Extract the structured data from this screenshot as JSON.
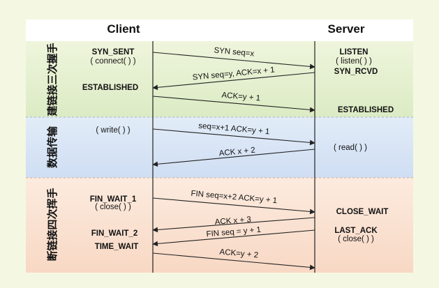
{
  "headers": {
    "client": "Client",
    "server": "Server"
  },
  "phases": {
    "handshake": "建链接三次握手",
    "transfer": "数据传输",
    "teardown": "断链接四次挥手"
  },
  "client_labels": {
    "syn_sent": "SYN_SENT",
    "connect": "( connect( ) )",
    "established": "ESTABLISHED",
    "write": "( write( ) )",
    "fin_wait_1": "FIN_WAIT_1",
    "close": "( close( ) )",
    "fin_wait_2": "FIN_WAIT_2",
    "time_wait": "TIME_WAIT"
  },
  "server_labels": {
    "listen": "LISTEN",
    "listen_call": "( listen( ) )",
    "syn_rcvd": "SYN_RCVD",
    "established": "ESTABLISHED",
    "read": "( read( ) )",
    "close_wait": "CLOSE_WAIT",
    "last_ack": "LAST_ACK",
    "close": "( close( ) )"
  },
  "messages": {
    "m1": "SYN seq=x",
    "m2": "SYN seq=y, ACK=x + 1",
    "m3": "ACK=y + 1",
    "m4": "seq=x+1 ACK=y + 1",
    "m5": "ACK x + 2",
    "m6": "FIN seq=x+2 ACK=y + 1",
    "m7": "ACK x + 3",
    "m8": "FIN seq = y + 1",
    "m9": "ACK=y + 2"
  },
  "colors": {
    "page_bg": "#f4f8e2",
    "handshake_band": "#e3efd0",
    "transfer_band": "#dce8f7",
    "teardown_band": "#fbe3d3",
    "line": "#222222"
  }
}
